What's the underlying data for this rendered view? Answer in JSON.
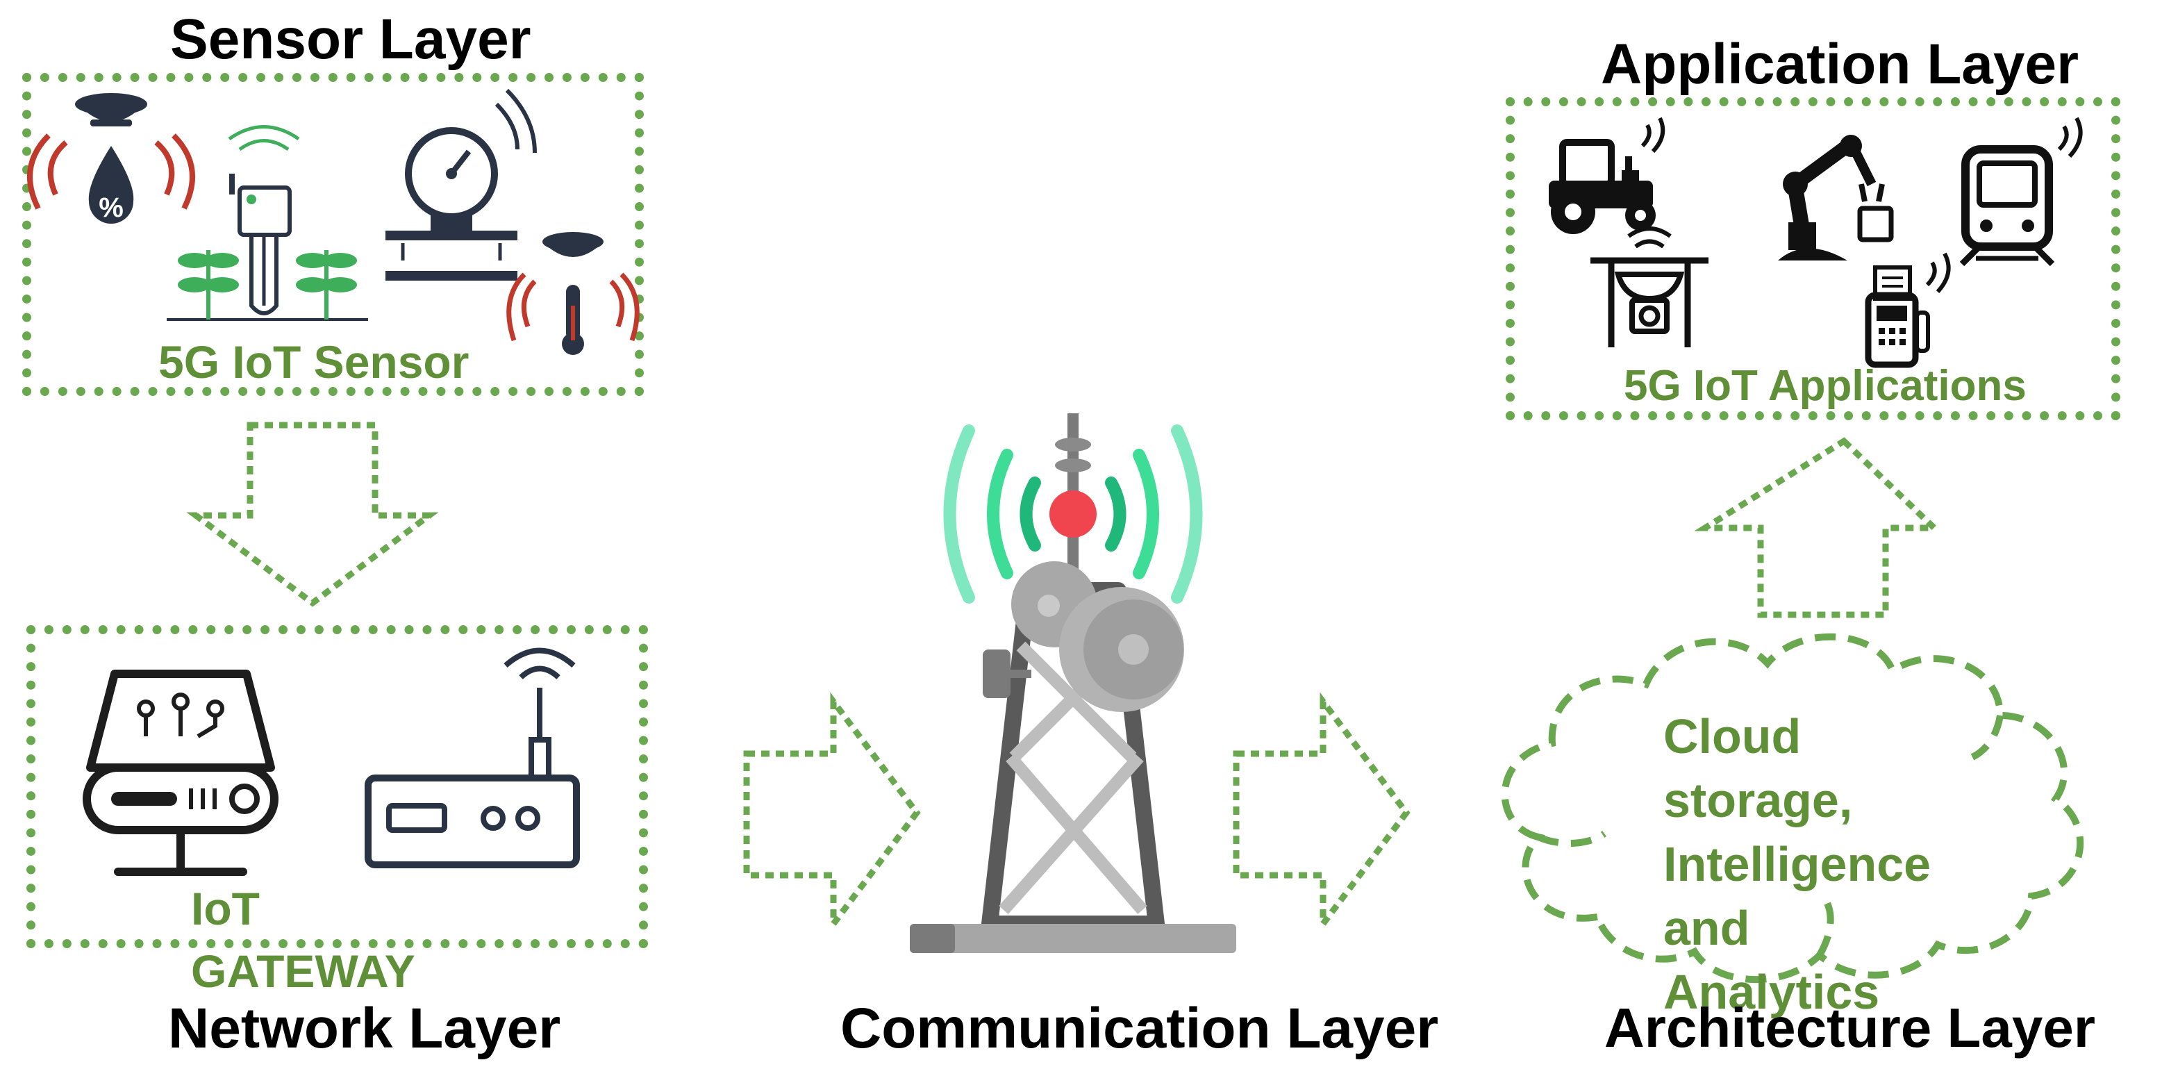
{
  "sensor_layer": {
    "title": "Sensor Layer",
    "caption": "5G IoT Sensor",
    "icons": [
      "humidity-sensor-icon",
      "soil-probe-plants-icon",
      "pressure-gauge-icon",
      "temperature-sensor-icon"
    ]
  },
  "network_layer": {
    "title": "Network Layer",
    "caption_line1": "IoT",
    "caption_line2": "GATEWAY",
    "icons": [
      "gateway-server-icon",
      "wifi-router-icon"
    ]
  },
  "communication_layer": {
    "title": "Communication Layer",
    "icons": [
      "cell-tower-icon"
    ]
  },
  "architecture_layer": {
    "title": "Architecture Layer",
    "cloud_text": [
      "Cloud",
      "storage,",
      "Intelligence",
      "and",
      "Analytics"
    ]
  },
  "application_layer": {
    "title": "Application Layer",
    "caption": "5G IoT Applications",
    "icons": [
      "smart-tractor-icon",
      "robotic-arm-icon",
      "smart-train-icon",
      "drone-icon",
      "pos-terminal-icon"
    ]
  },
  "colors": {
    "green_dotted": "#6aa84f",
    "green_text": "#5f8f37",
    "signal_red": "#c0392b",
    "icon_navy": "#2a3344",
    "tower_grey": "#5a5a5a",
    "tower_signal": "#3ddc97",
    "tower_light": "#f0454f"
  }
}
